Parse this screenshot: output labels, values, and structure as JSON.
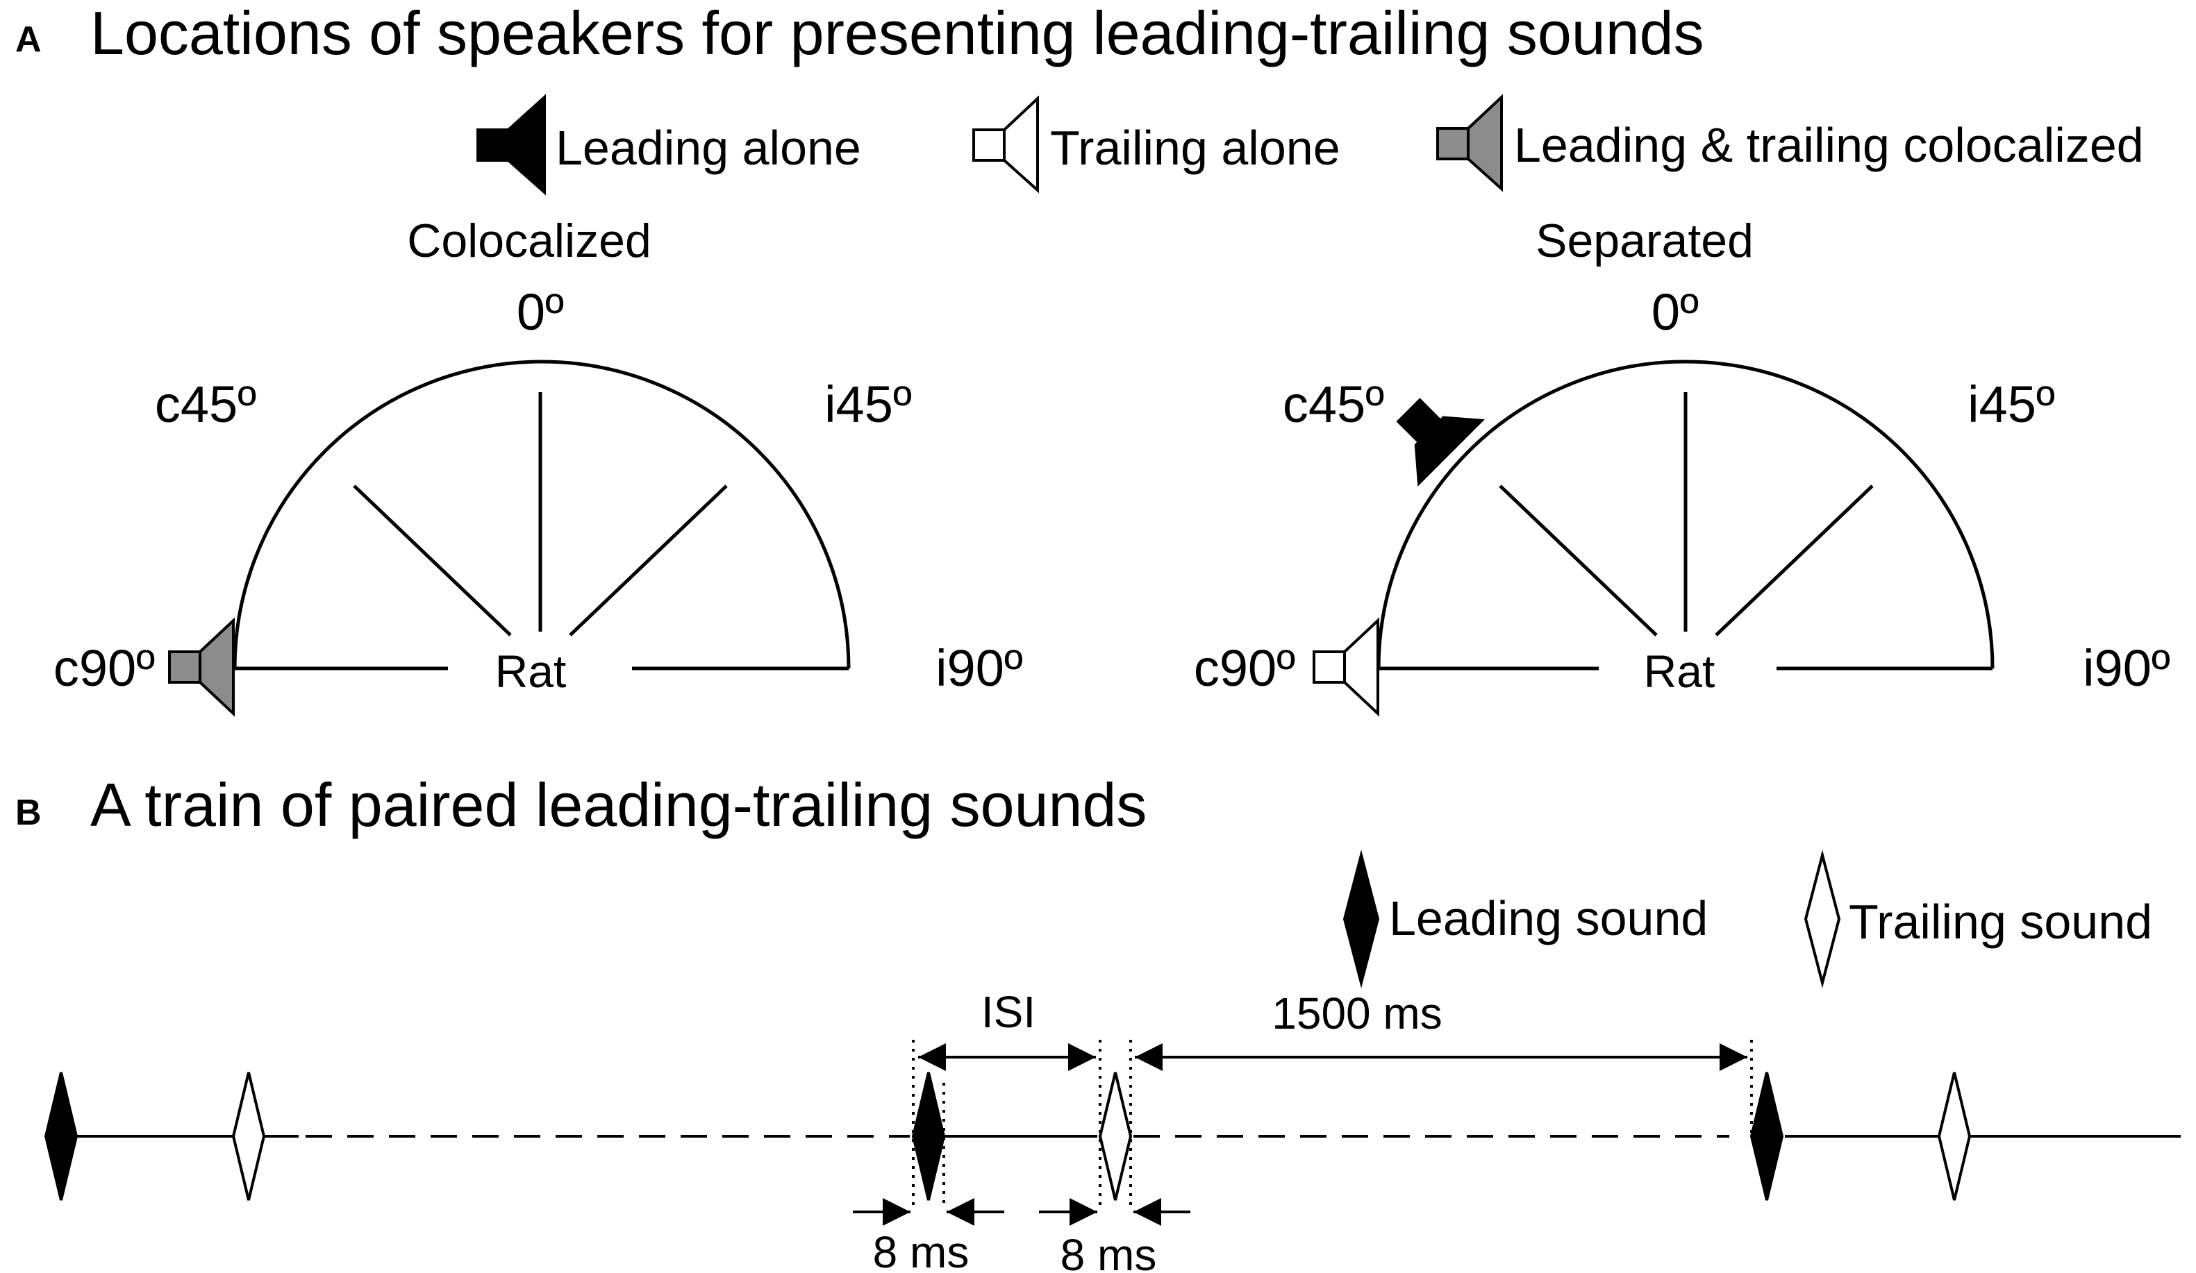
{
  "panel_a": {
    "letter": "A",
    "title": "Locations of speakers for presenting leading-trailing sounds",
    "legend": {
      "leading_alone": "Leading alone",
      "trailing_alone": "Trailing alone",
      "colocalized": "Leading & trailing colocalized"
    },
    "colocalized": {
      "title": "Colocalized",
      "angles": {
        "top": "0º",
        "c45": "c45º",
        "i45": "i45º",
        "c90": "c90º",
        "i90": "i90º"
      },
      "center_label": "Rat"
    },
    "separated": {
      "title": "Separated",
      "angles": {
        "top": "0º",
        "c45": "c45º",
        "i45": "i45º",
        "c90": "c90º",
        "i90": "i90º"
      },
      "center_label": "Rat"
    }
  },
  "panel_b": {
    "letter": "B",
    "title": "A train of paired leading-trailing sounds",
    "legend": {
      "leading": "Leading sound",
      "trailing": "Trailing sound"
    },
    "labels": {
      "isi": "ISI",
      "interval": "1500 ms",
      "duration_leading": "8 ms",
      "duration_trailing": "8 ms"
    }
  },
  "colors": {
    "leading_fill": "#000000",
    "trailing_fill": "#ffffff",
    "colocalized_fill": "#8c8c8c"
  }
}
